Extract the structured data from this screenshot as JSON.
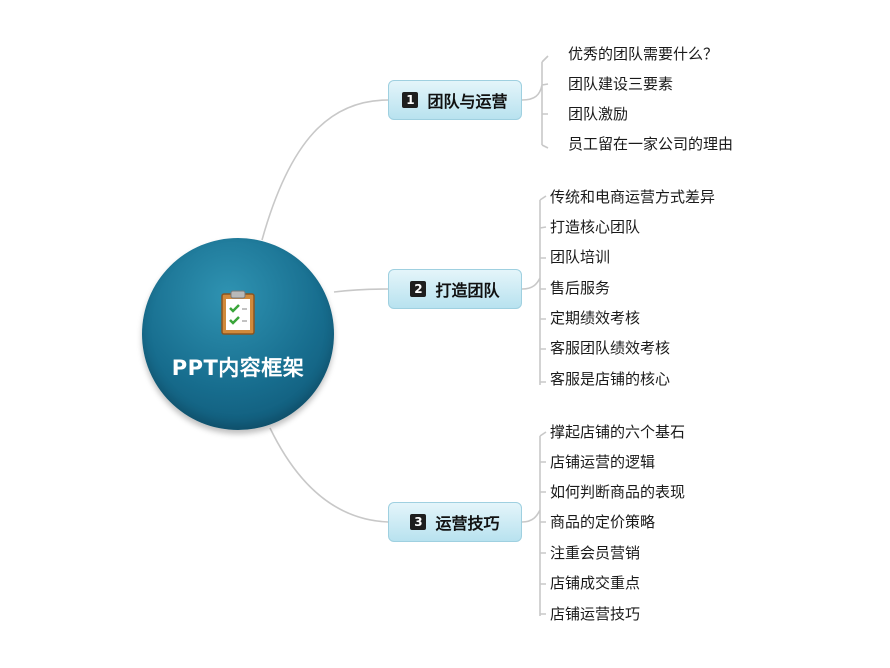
{
  "center": {
    "title": "PPT内容框架",
    "icon": "clipboard-check-icon"
  },
  "colors": {
    "center_fill": "#176d8e",
    "branch_fill": "#c6e8f2",
    "connector": "#c8c8c8",
    "badge": "#1e1e1e"
  },
  "branches": [
    {
      "number": "1",
      "label": "团队与运营",
      "leaves": [
        "优秀的团队需要什么？",
        "团队建设三要素",
        "团队激励",
        "员工留在一家公司的理由"
      ]
    },
    {
      "number": "2",
      "label": "打造团队",
      "leaves": [
        "传统和电商运营方式差异",
        "打造核心团队",
        "团队培训",
        "售后服务",
        "定期绩效考核",
        "客服团队绩效考核",
        "客服是店铺的核心"
      ]
    },
    {
      "number": "3",
      "label": "运营技巧",
      "leaves": [
        "撑起店铺的六个基石",
        "店铺运营的逻辑",
        "如何判断商品的表现",
        "商品的定价策略",
        "注重会员营销",
        "店铺成交重点",
        "店铺运营技巧"
      ]
    }
  ]
}
